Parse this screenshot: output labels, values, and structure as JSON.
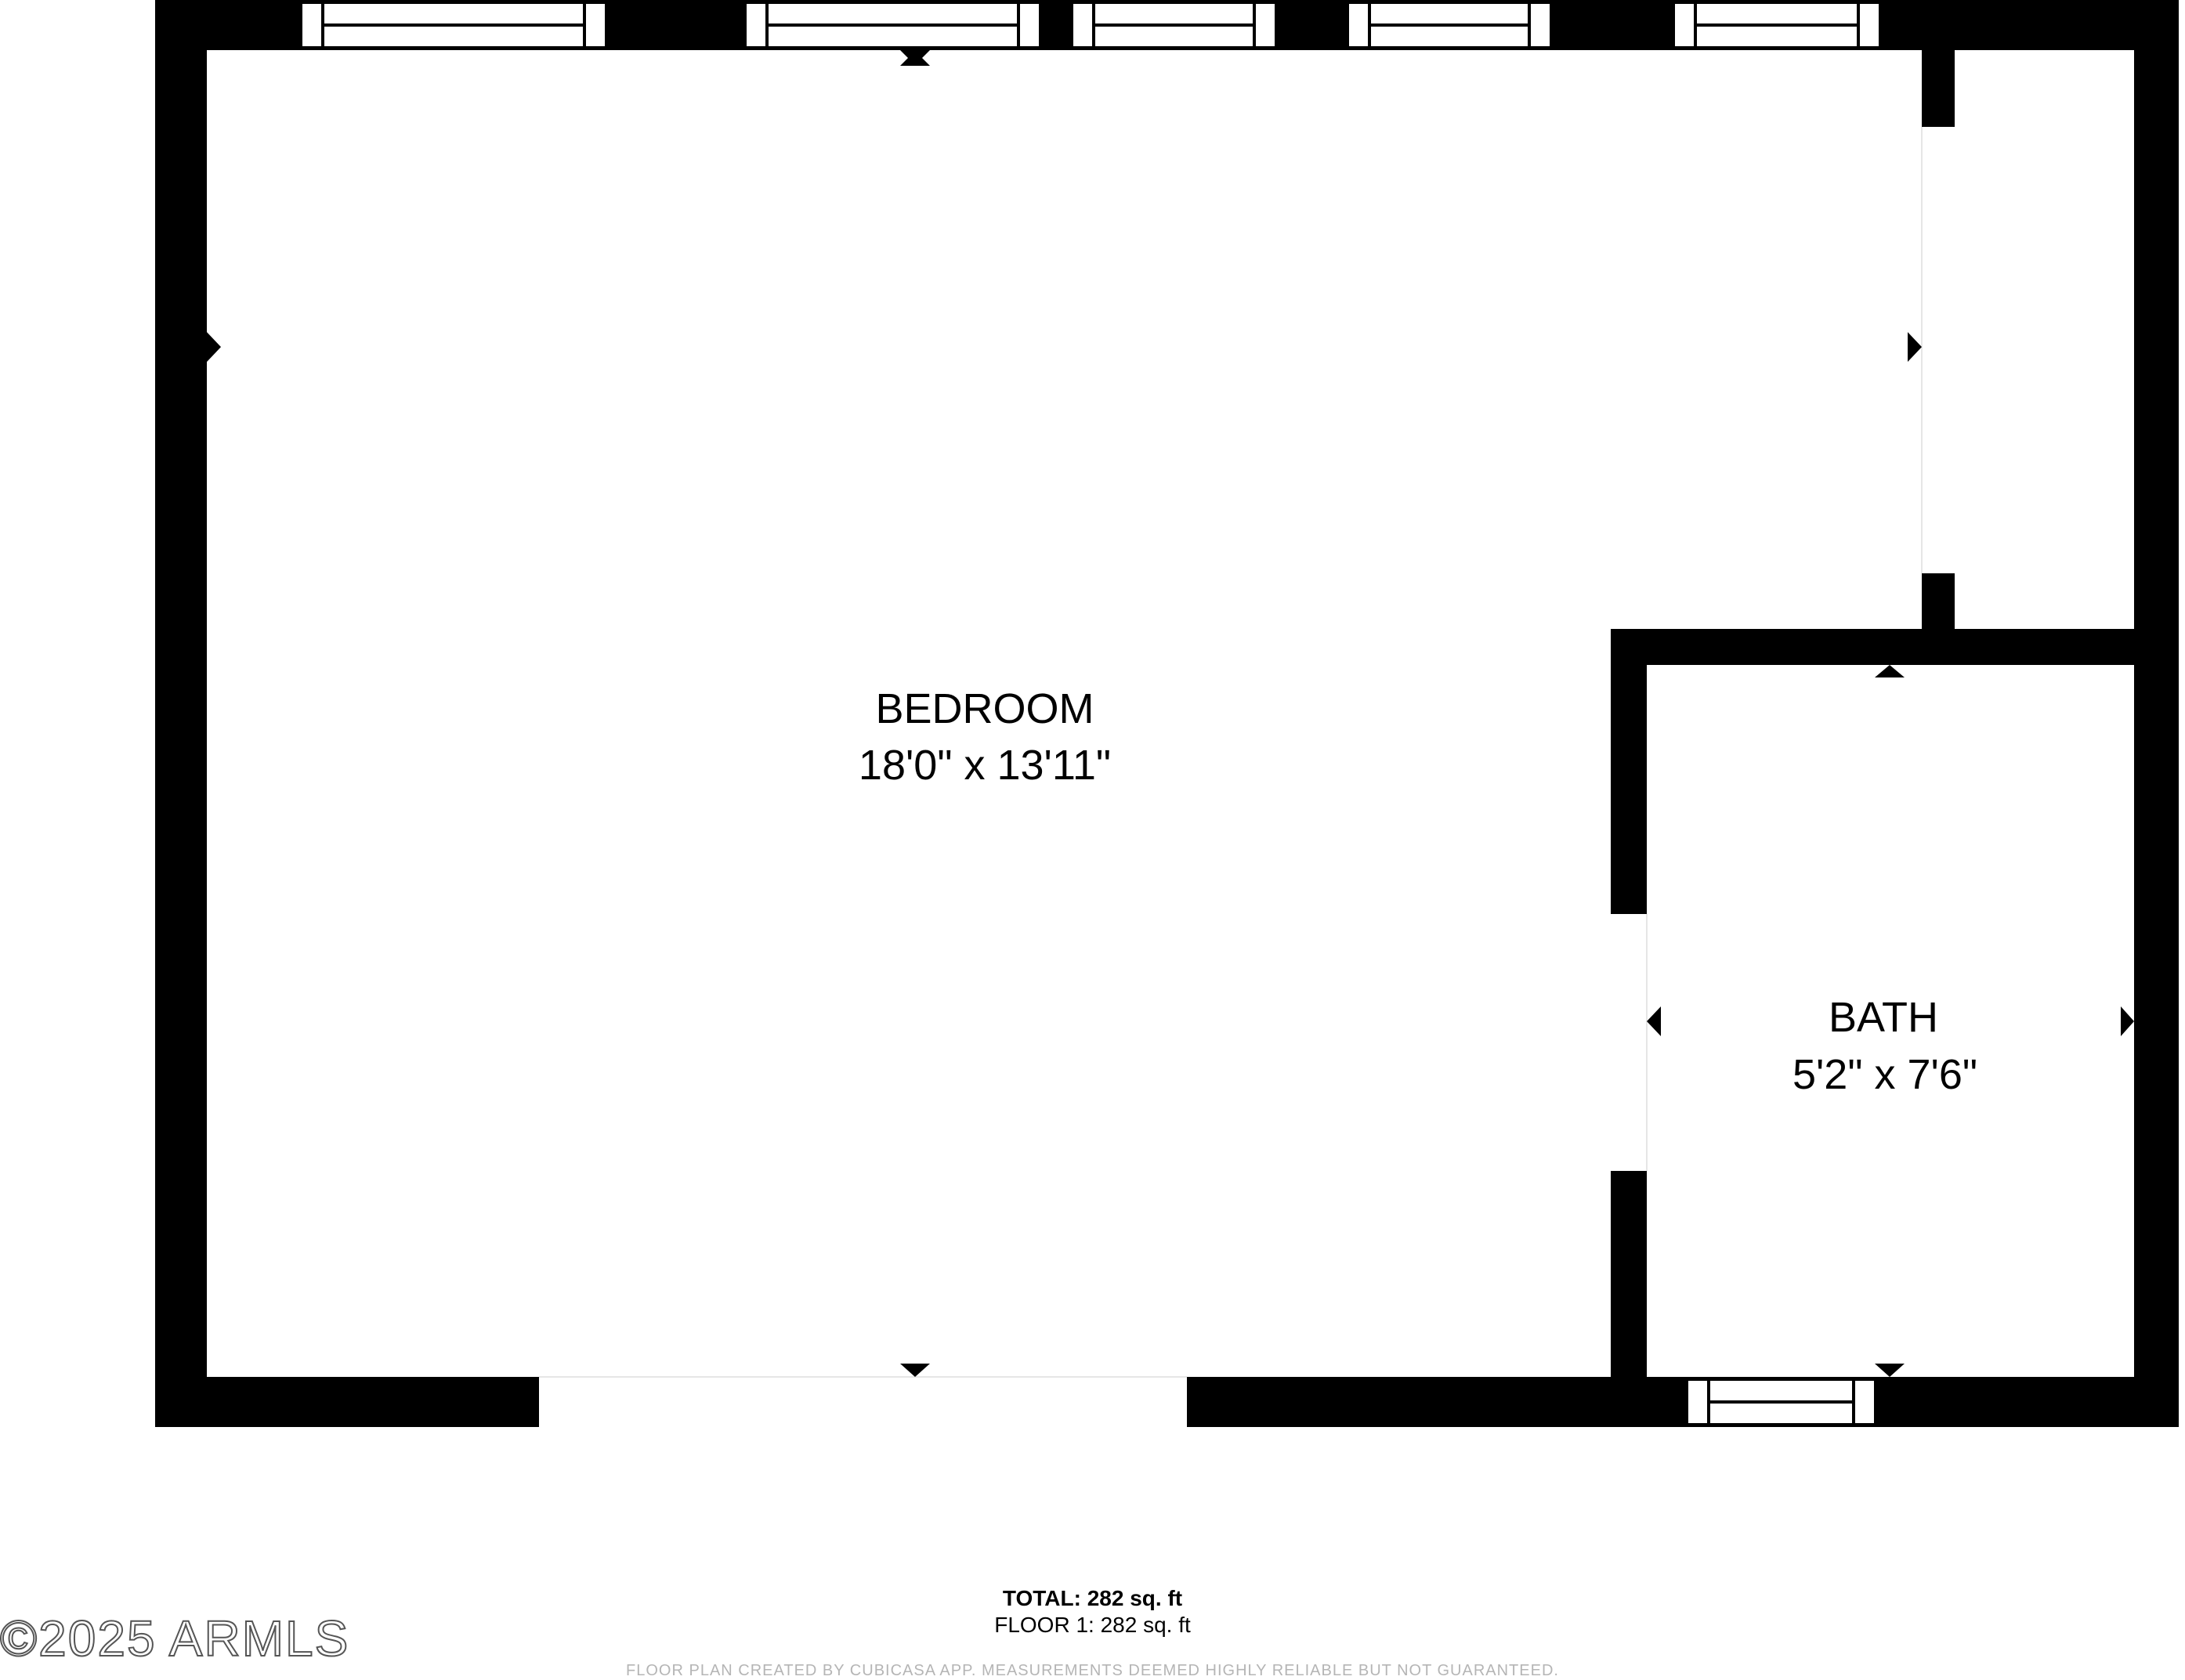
{
  "rooms": {
    "bedroom": {
      "name": "BEDROOM",
      "dimensions": "18'0\" x 13'11\""
    },
    "bath": {
      "name": "BATH",
      "dimensions": "5'2\" x 7'6\""
    }
  },
  "totals": {
    "total": "TOTAL: 282 sq. ft",
    "floor_1": "FLOOR 1: 282 sq. ft"
  },
  "disclaimer": "FLOOR PLAN CREATED BY CUBICASA APP. MEASUREMENTS DEEMED HIGHLY RELIABLE BUT NOT GUARANTEED.",
  "copyright": "©2025 ARMLS",
  "colors": {
    "wall": "#000000",
    "background": "#ffffff",
    "disclaimer": "#b5b5b5"
  }
}
